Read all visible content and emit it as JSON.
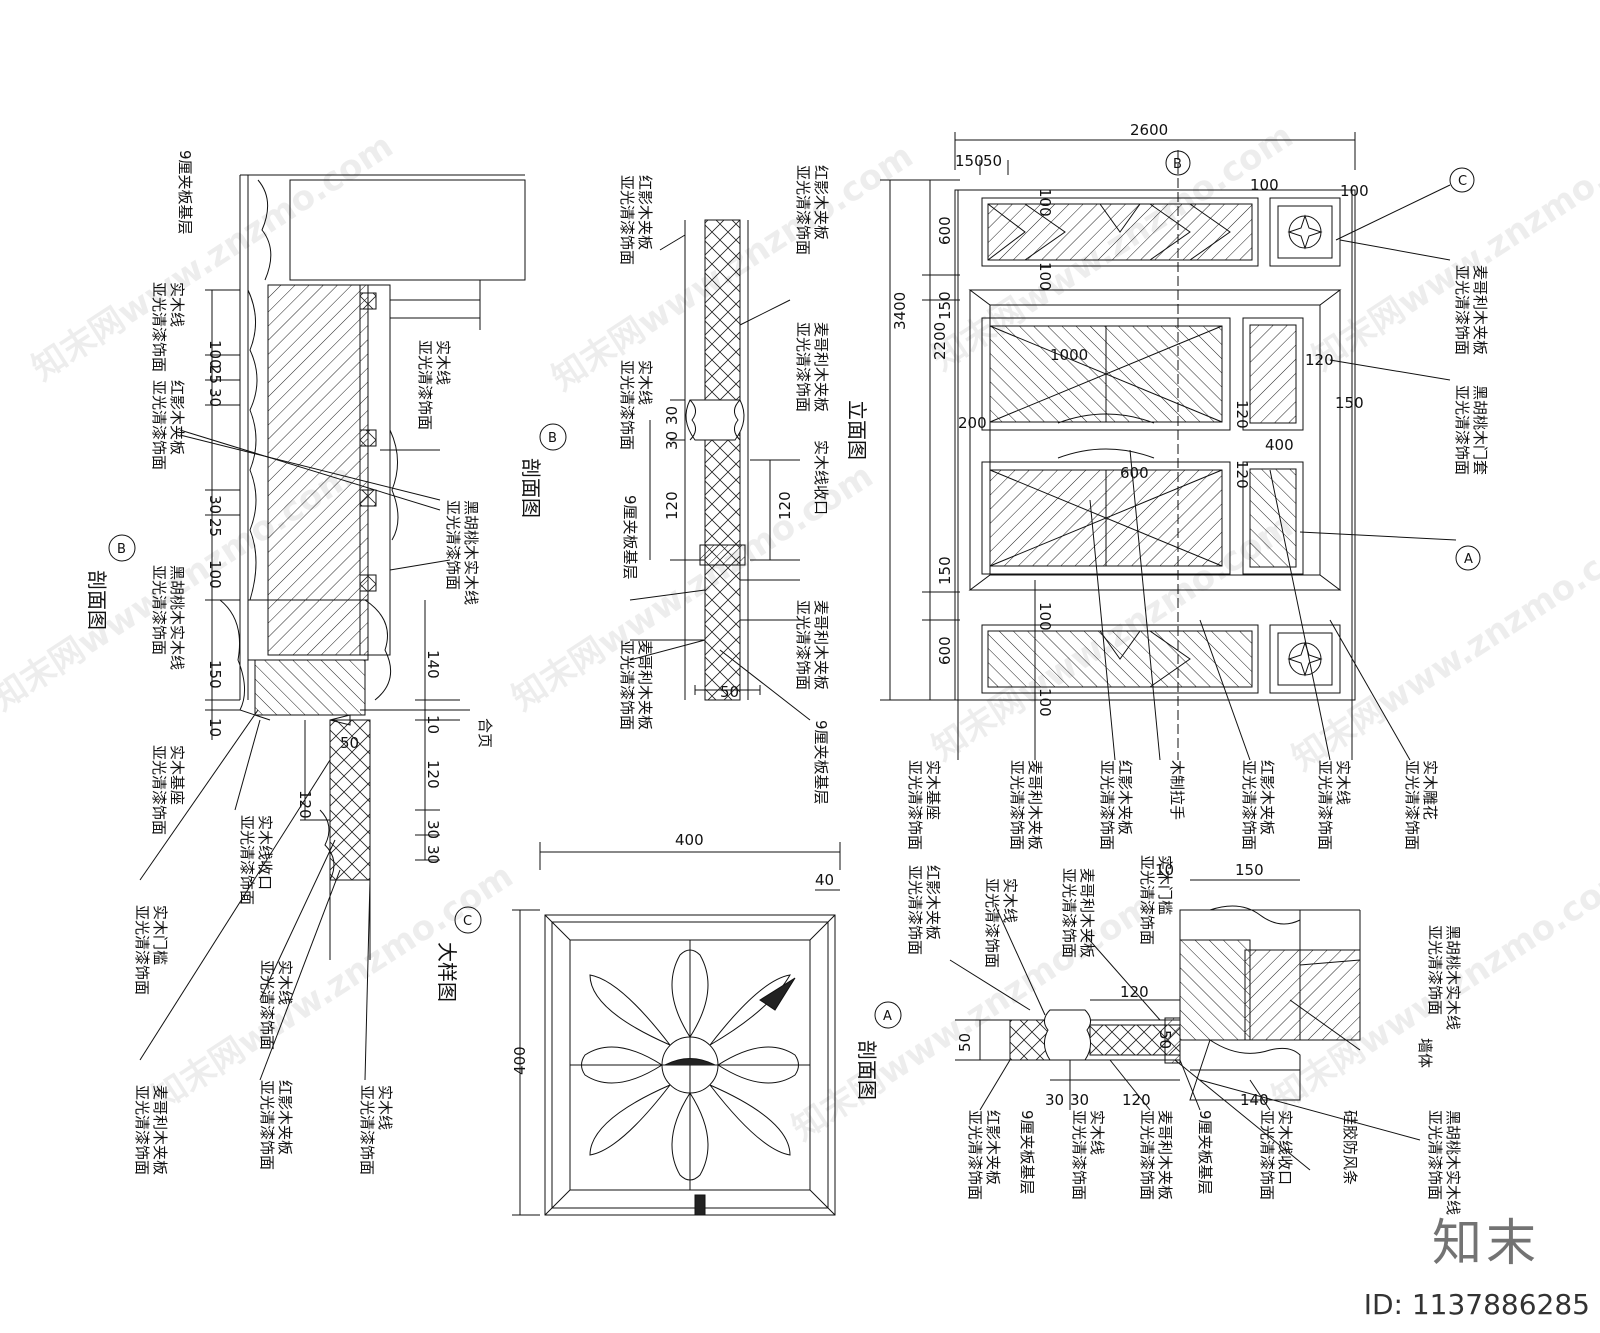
{
  "drawing": {
    "views": {
      "elevation": "立面图",
      "section": "剖面图",
      "detail": "大样图"
    },
    "markers": {
      "a": "A",
      "b": "B",
      "c": "C"
    },
    "materials": {
      "substrate9": "9厘夹板基层",
      "solid_line": "实木线",
      "finish": "亚光清漆饰面",
      "red_veneer": "红影木夹板",
      "walnut_line": "黑胡桃木实木线",
      "makore_veneer": "麦哥利木夹板",
      "solid_base": "实木基座",
      "solid_line_closing": "实木线收口",
      "solid_threshold": "实木门槛",
      "hinge": "合页",
      "walnut_frame": "黑胡桃木门套",
      "wood_handle": "木制拉手",
      "solid_carving": "实木雕花",
      "silicone_strip": "硅胶防风条",
      "wall": "墙体"
    },
    "dims": {
      "d2600": "2600",
      "d150": "150",
      "d50": "50",
      "d100": "100",
      "d600": "600",
      "d3400": "3400",
      "d2200": "2200",
      "d1000": "1000",
      "d200": "200",
      "d400": "400",
      "d120": "120",
      "d25": "25",
      "d30": "30",
      "d140": "140",
      "d10": "10",
      "d40": "40"
    },
    "watermark": "知末网www.znzmo.com",
    "brand": "知末",
    "image_id": "ID: 1137886285"
  }
}
